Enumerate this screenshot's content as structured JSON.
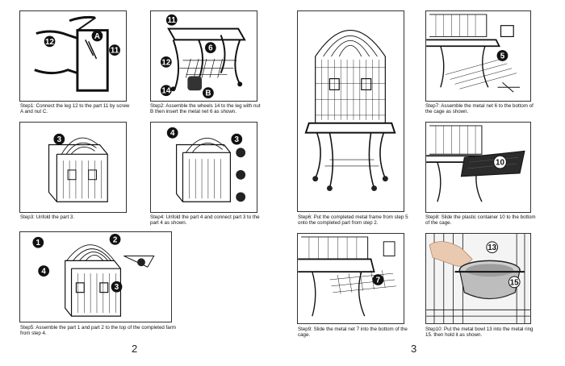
{
  "pages": {
    "left": "2",
    "right": "3"
  },
  "steps": [
    {
      "id": "1",
      "caption": "Step1: Connect the leg 12 to the part 11 by screw A and nut C.",
      "callouts": [
        "12",
        "A",
        "11"
      ]
    },
    {
      "id": "2",
      "caption": "Step2: Assemble the wheels 14 to the leg with nut B then insert the metal net 6 as shown.",
      "callouts": [
        "11",
        "6",
        "12",
        "14",
        "B"
      ]
    },
    {
      "id": "3",
      "caption": "Step3: Unfold the part 3.",
      "callouts": [
        "3"
      ]
    },
    {
      "id": "4",
      "caption": "Step4: Unfold the part 4 and connect part 3 to the part 4 as shown.",
      "callouts": [
        "4",
        "3"
      ]
    },
    {
      "id": "5",
      "caption": "Step5: Assemble the part 1 and part 2 to the top of the completed farm from step 4.",
      "callouts": [
        "1",
        "2",
        "4",
        "3"
      ]
    },
    {
      "id": "6",
      "caption": "Step6: Put the completed metal frame from step 5 onto the completed part from step 2.",
      "callouts": []
    },
    {
      "id": "7",
      "caption": "Step7: Assemble the metal net 6 to the bottom of the cage as shown.",
      "callouts": [
        "5"
      ]
    },
    {
      "id": "8",
      "caption": "Step8: Slide the plastic container 10 to the bottom of the cage.",
      "callouts": [
        "10"
      ]
    },
    {
      "id": "9",
      "caption": "Step9: Slide the metal net 7 into the bottom of the cage.",
      "callouts": [
        "7"
      ]
    },
    {
      "id": "10",
      "caption": "Step10: Put the metal bowl 13 into the metal ring 15. then hold it as shown.",
      "callouts": [
        "13",
        "15"
      ]
    }
  ]
}
